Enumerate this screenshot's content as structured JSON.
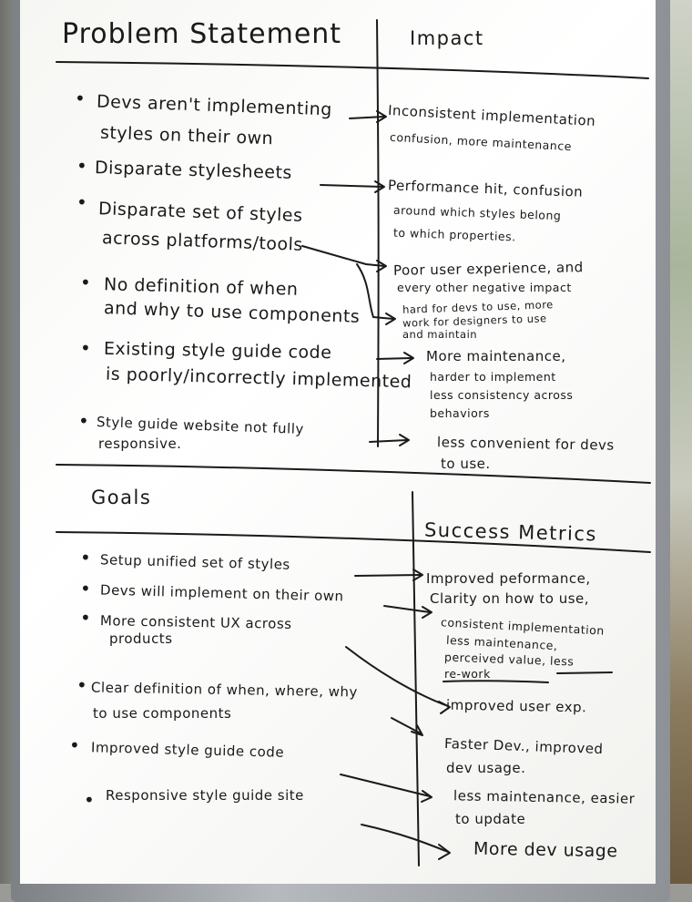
{
  "problem_statement": {
    "title": "Problem Statement",
    "items": [
      {
        "line1": "Devs aren't implementing",
        "line2": "styles on their own"
      },
      {
        "line1": "Disparate stylesheets"
      },
      {
        "line1": "Disparate set of styles",
        "line2": "across platforms/tools"
      },
      {
        "line1": "No definition of when",
        "line2": "and why to use components"
      },
      {
        "line1": "Existing style guide code",
        "line2": "is poorly/incorrectly implemented"
      },
      {
        "line1": "Style guide website not fully",
        "line2": "responsive."
      }
    ]
  },
  "impact": {
    "title": "Impact",
    "items": [
      {
        "line1": "Inconsistent implementation",
        "line2": "confusion, more maintenance"
      },
      {
        "line1": "Performance hit, confusion",
        "line2": "around which styles belong",
        "line3": "to which properties."
      },
      {
        "line1": "Poor user experience, and",
        "line2": "every other negative impact"
      },
      {
        "line1": "hard for devs to use, more",
        "line2": "work for designers to use",
        "line3": "and maintain"
      },
      {
        "line1": "More maintenance,",
        "line2": "harder to implement",
        "line3": "less consistency across",
        "line4": "behaviors"
      },
      {
        "line1": "less convenient for devs",
        "line2": "to use."
      }
    ]
  },
  "goals": {
    "title": "Goals",
    "items": [
      {
        "line1": "Setup unified set of styles"
      },
      {
        "line1": "Devs will implement on their own"
      },
      {
        "line1": "More consistent UX across",
        "line2": "products"
      },
      {
        "line1": "Clear definition of when, where, why",
        "line2": "to use components"
      },
      {
        "line1": "Improved style guide code"
      },
      {
        "line1": "Responsive style guide site"
      }
    ]
  },
  "success_metrics": {
    "title": "Success Metrics",
    "items": [
      {
        "line1": "Improved peformance,"
      },
      {
        "line1": "Clarity on how to use,"
      },
      {
        "line1": "consistent implementation",
        "line2": "less maintenance,",
        "line3": "perceived value, less",
        "line4": "re-work"
      },
      {
        "line1": "improved user exp."
      },
      {
        "line1": "Faster Dev., improved",
        "line2": "dev usage."
      },
      {
        "line1": "less maintenance, easier",
        "line2": "to update"
      },
      {
        "line1": "More dev usage"
      }
    ]
  },
  "bullet_glyph": "•",
  "colors": {
    "ink": "#1a1a1a",
    "board": "#ffffff",
    "frame": "#9a9da1"
  }
}
